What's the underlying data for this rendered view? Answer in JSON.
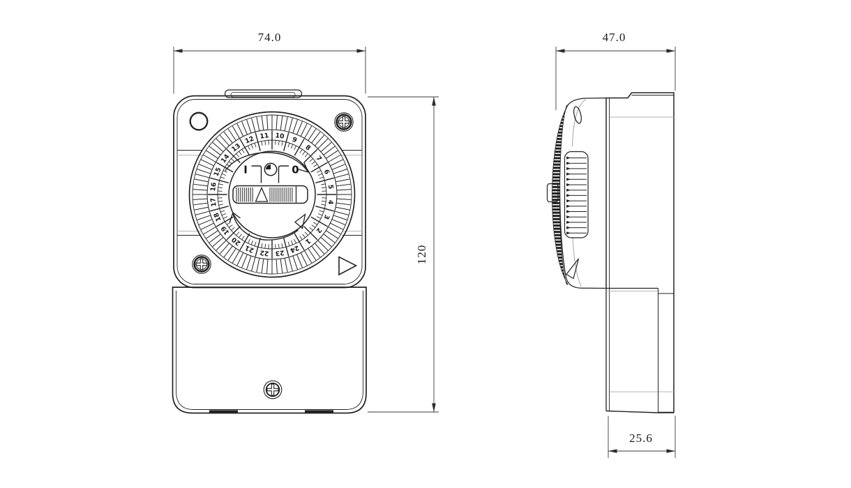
{
  "document": {
    "type": "technical-drawing",
    "subject": "mechanical-timer-switch",
    "views": [
      "front",
      "side"
    ],
    "units": "mm"
  },
  "front_view": {
    "label": "front-view",
    "dimensions": {
      "width": "74.0",
      "height": "120"
    },
    "dial": {
      "segments": 96,
      "hour_labels_clockwise_from_top": [
        "10",
        "9",
        "8",
        "7",
        "6",
        "5",
        "4",
        "3",
        "2",
        "1",
        "24",
        "23",
        "22",
        "21",
        "20",
        "19",
        "18",
        "17",
        "16",
        "15",
        "14",
        "13",
        "12",
        "11"
      ],
      "switch": {
        "on_label": "I",
        "off_label": "0",
        "clock_icon": "clock-icon"
      }
    },
    "features": [
      "corner-hole",
      "phillips-screw-top-right",
      "phillips-screw-bottom-left",
      "triangle-marker-bottom-right",
      "bottom-screw",
      "slider-switch",
      "rotation-arrows"
    ]
  },
  "side_view": {
    "label": "side-view",
    "dimensions": {
      "depth": "47.0",
      "lower_depth": "25.6"
    },
    "rack_teeth_rows": 15,
    "features": [
      "dial-edge-teeth",
      "oval-hole",
      "triangle-marker",
      "dial-tab"
    ]
  },
  "colors": {
    "line": "#222222",
    "light_line": "#b3b3b3",
    "background": "#ffffff",
    "dim_text": "#1c1c1c"
  }
}
